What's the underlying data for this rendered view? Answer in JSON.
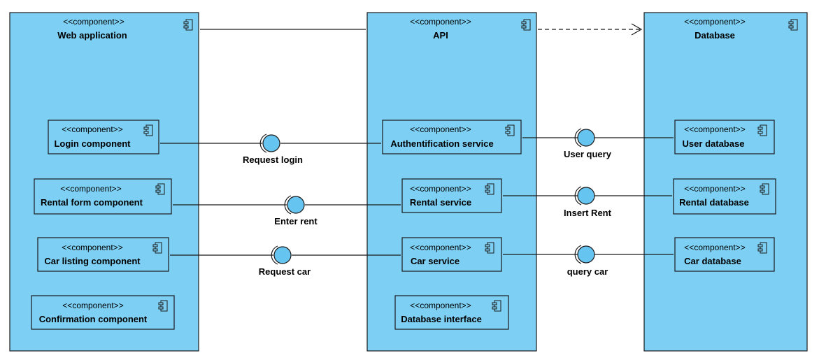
{
  "colors": {
    "fill": "#7dd0f4",
    "stroke": "#1a1a1a",
    "ball": "#66c4f0",
    "text": "#000000"
  },
  "stereotype": "<<component>>",
  "containers": {
    "webapp": {
      "name": "Web application"
    },
    "api": {
      "name": "API"
    },
    "database": {
      "name": "Database"
    }
  },
  "components": {
    "login": {
      "name": "Login component"
    },
    "rental_form": {
      "name": "Rental form component"
    },
    "car_listing": {
      "name": "Car listing component"
    },
    "confirmation": {
      "name": "Confirmation component"
    },
    "auth_service": {
      "name": "Authentification service"
    },
    "rental_service": {
      "name": "Rental service"
    },
    "car_service": {
      "name": "Car service"
    },
    "db_interface": {
      "name": "Database interface"
    },
    "user_db": {
      "name": "User database"
    },
    "rental_db": {
      "name": "Rental database"
    },
    "car_db": {
      "name": "Car database"
    }
  },
  "interfaces": {
    "request_login": {
      "label": "Request login"
    },
    "enter_rent": {
      "label": "Enter rent"
    },
    "request_car": {
      "label": "Request car"
    },
    "user_query": {
      "label": "User query"
    },
    "insert_rent": {
      "label": "Insert Rent"
    },
    "query_car": {
      "label": "query car"
    }
  }
}
